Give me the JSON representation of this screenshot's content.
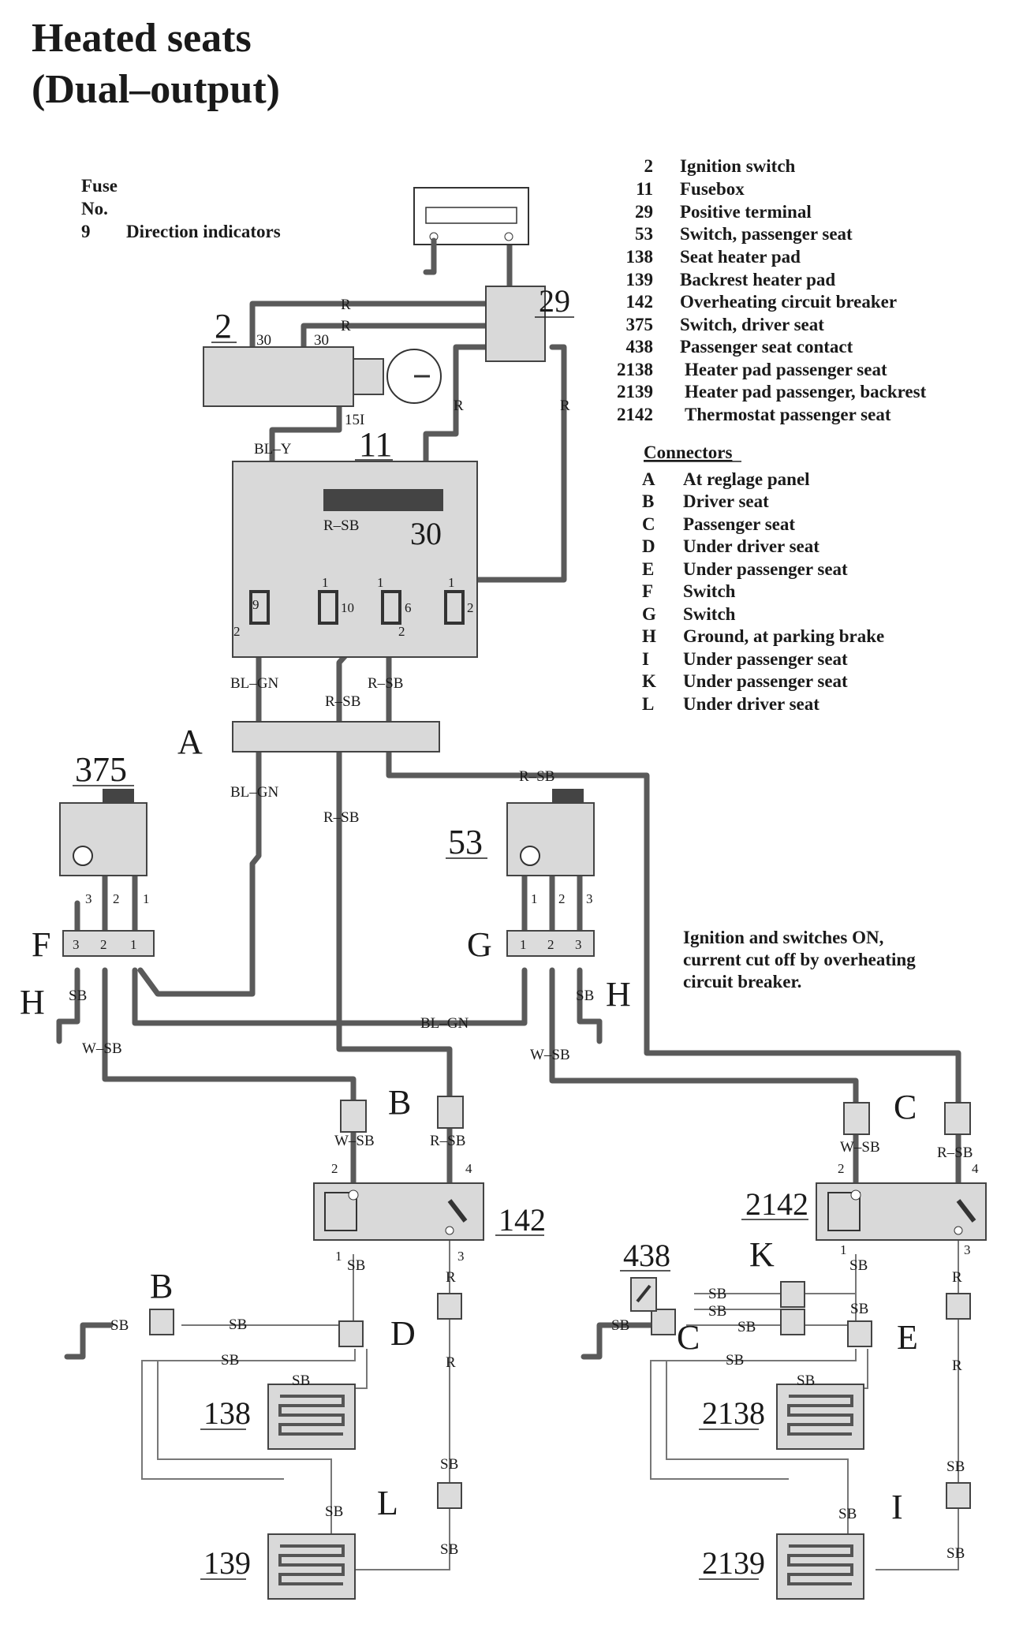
{
  "title_line1": "Heated seats",
  "title_line2": "(Dual–output)",
  "fuse": {
    "heading1": "Fuse",
    "heading2": "No.",
    "items": [
      {
        "no": "9",
        "label": "Direction indicators"
      }
    ]
  },
  "components": [
    {
      "no": "2",
      "label": "Ignition switch"
    },
    {
      "no": "11",
      "label": "Fusebox"
    },
    {
      "no": "29",
      "label": "Positive terminal"
    },
    {
      "no": "53",
      "label": "Switch, passenger seat"
    },
    {
      "no": "138",
      "label": "Seat heater pad"
    },
    {
      "no": "139",
      "label": "Backrest heater pad"
    },
    {
      "no": "142",
      "label": "Overheating circuit breaker"
    },
    {
      "no": "375",
      "label": "Switch, driver seat"
    },
    {
      "no": "438",
      "label": "Passenger seat contact"
    },
    {
      "no": "2138",
      "label": "Heater pad passenger seat"
    },
    {
      "no": "2139",
      "label": "Heater pad passenger, backrest"
    },
    {
      "no": "2142",
      "label": "Thermostat passenger seat"
    }
  ],
  "connectors_heading": "Connectors",
  "connectors": [
    {
      "letter": "A",
      "label": "At reglage panel"
    },
    {
      "letter": "B",
      "label": "Driver seat"
    },
    {
      "letter": "C",
      "label": "Passenger seat"
    },
    {
      "letter": "D",
      "label": "Under driver seat"
    },
    {
      "letter": "E",
      "label": "Under passenger seat"
    },
    {
      "letter": "F",
      "label": "Switch"
    },
    {
      "letter": "G",
      "label": "Switch"
    },
    {
      "letter": "H",
      "label": "Ground, at parking brake"
    },
    {
      "letter": "I",
      "label": "Under passenger seat"
    },
    {
      "letter": "K",
      "label": "Under passenger seat"
    },
    {
      "letter": "L",
      "label": "Under driver seat"
    }
  ],
  "note_lines": [
    "Ignition and switches ON,",
    "current cut off by overheating",
    "circuit breaker."
  ],
  "refs": {
    "c2": "2",
    "c11": "11",
    "c29": "29",
    "c53": "53",
    "c375": "375",
    "c142": "142",
    "c138": "138",
    "c139": "139",
    "c438": "438",
    "c2142": "2142",
    "c2138": "2138",
    "c2139": "2139",
    "fuse30": "30"
  },
  "letters": {
    "A": "A",
    "B": "B",
    "C": "C",
    "D": "D",
    "E": "E",
    "F": "F",
    "G": "G",
    "H": "H",
    "I": "I",
    "K": "K",
    "L": "L"
  },
  "wires": {
    "R": "R",
    "BLY": "BL–Y",
    "RSB": "R–SB",
    "BLGN": "BL–GN",
    "WSB": "W–SB",
    "SB": "SB",
    "p30": "30",
    "p15": "15I"
  },
  "pins": {
    "1": "1",
    "2": "2",
    "3": "3",
    "4": "4",
    "6": "6",
    "9": "9",
    "10": "10"
  }
}
